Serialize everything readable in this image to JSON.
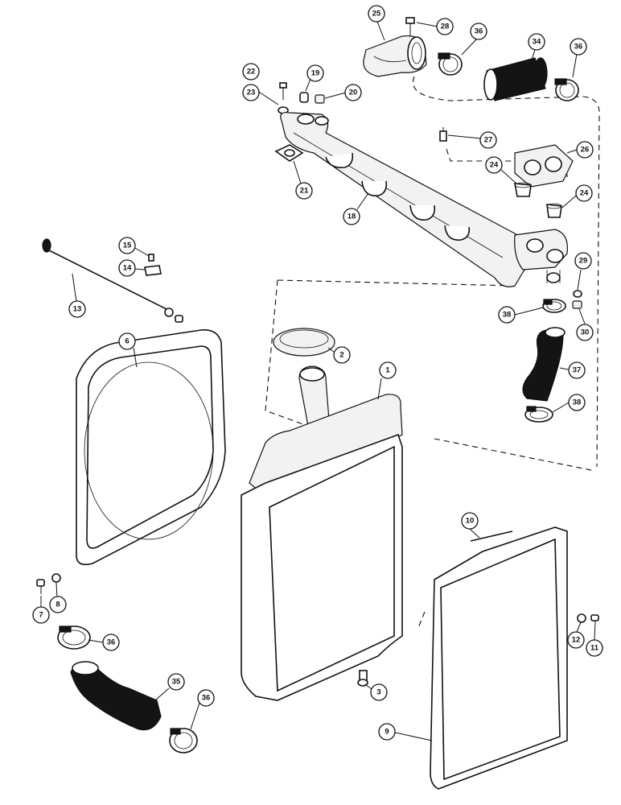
{
  "callouts": [
    {
      "id": "c25",
      "label": "25"
    },
    {
      "id": "c28",
      "label": "28"
    },
    {
      "id": "c36a",
      "label": "36"
    },
    {
      "id": "c34",
      "label": "34"
    },
    {
      "id": "c36b",
      "label": "36"
    },
    {
      "id": "c22",
      "label": "22"
    },
    {
      "id": "c19",
      "label": "19"
    },
    {
      "id": "c23",
      "label": "23"
    },
    {
      "id": "c20",
      "label": "20"
    },
    {
      "id": "c27",
      "label": "27"
    },
    {
      "id": "c26",
      "label": "26"
    },
    {
      "id": "c24a",
      "label": "24"
    },
    {
      "id": "c21",
      "label": "21"
    },
    {
      "id": "c24b",
      "label": "24"
    },
    {
      "id": "c18",
      "label": "18"
    },
    {
      "id": "c15",
      "label": "15"
    },
    {
      "id": "c14",
      "label": "14"
    },
    {
      "id": "c29",
      "label": "29"
    },
    {
      "id": "c13",
      "label": "13"
    },
    {
      "id": "c38a",
      "label": "38"
    },
    {
      "id": "c30",
      "label": "30"
    },
    {
      "id": "c6",
      "label": "6"
    },
    {
      "id": "c2",
      "label": "2"
    },
    {
      "id": "c1",
      "label": "1"
    },
    {
      "id": "c37",
      "label": "37"
    },
    {
      "id": "c38b",
      "label": "38"
    },
    {
      "id": "c10",
      "label": "10"
    },
    {
      "id": "c7",
      "label": "7"
    },
    {
      "id": "c8",
      "label": "8"
    },
    {
      "id": "c36c",
      "label": "36"
    },
    {
      "id": "c12",
      "label": "12"
    },
    {
      "id": "c11",
      "label": "11"
    },
    {
      "id": "c35",
      "label": "35"
    },
    {
      "id": "c3",
      "label": "3"
    },
    {
      "id": "c36d",
      "label": "36"
    },
    {
      "id": "c9",
      "label": "9"
    }
  ]
}
